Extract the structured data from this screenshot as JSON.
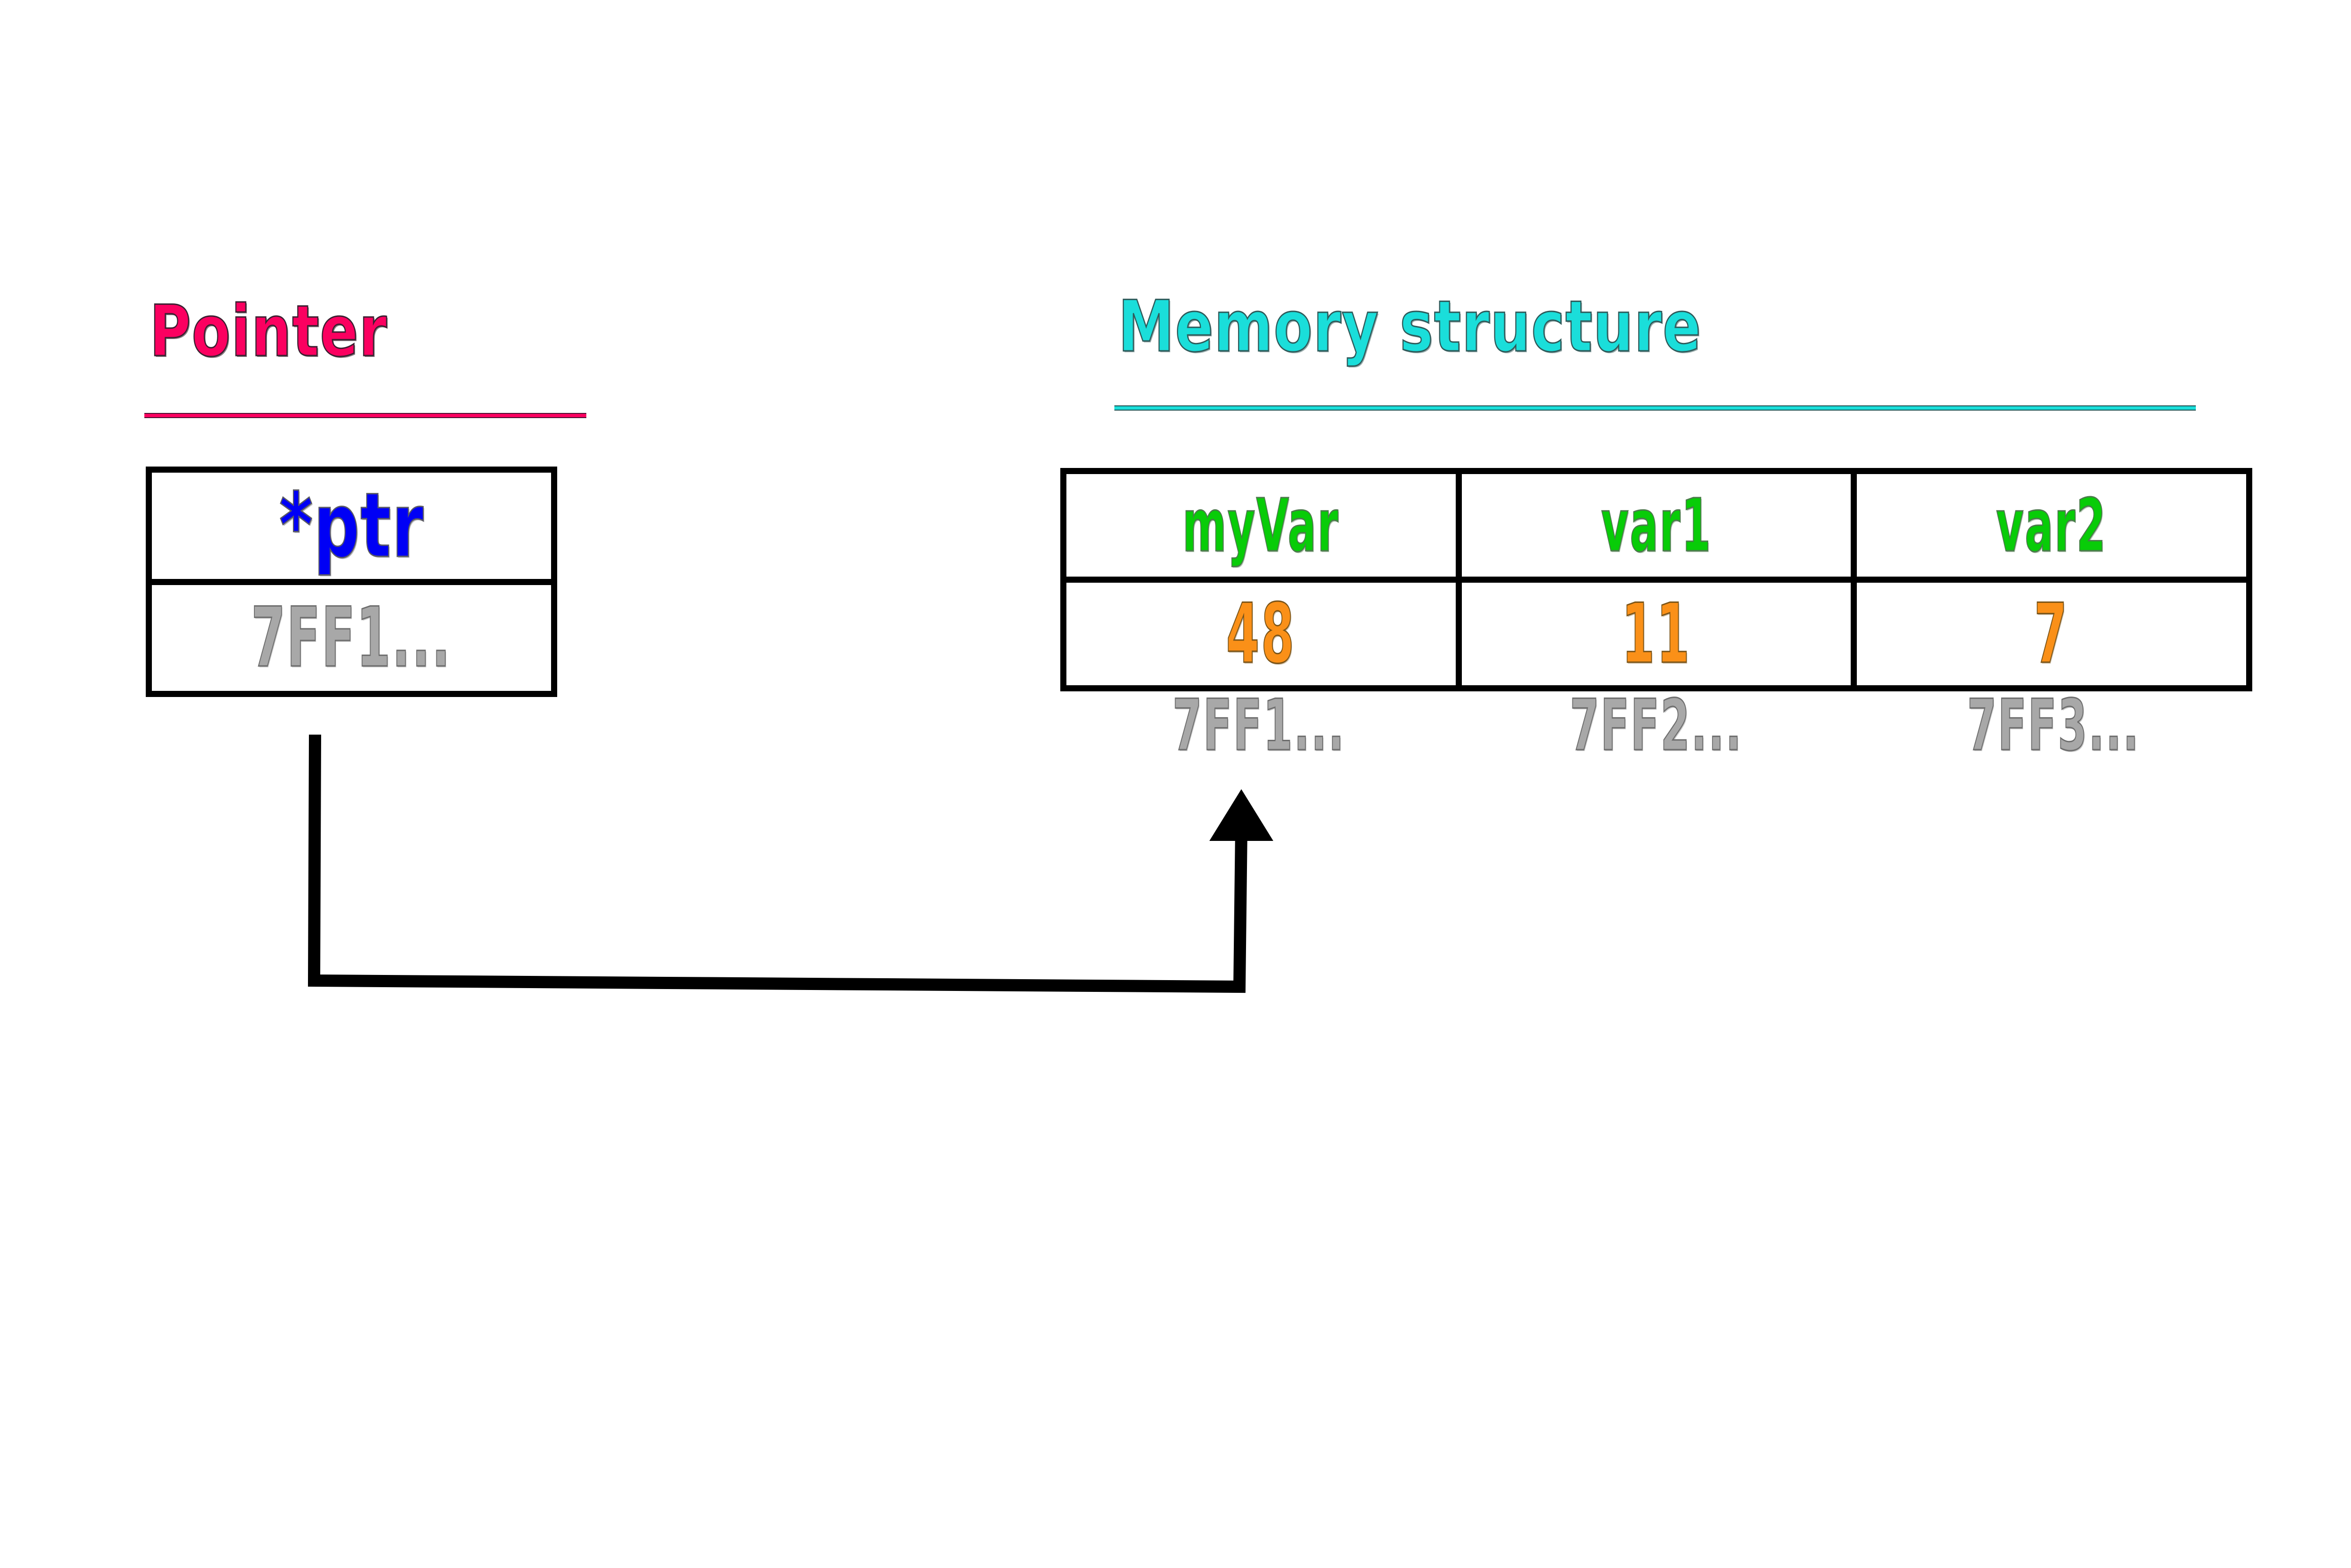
{
  "diagram": {
    "background": "#FFFFFF",
    "pointer_section": {
      "title": "Pointer",
      "title_color": "#FB0060",
      "box": {
        "name_label": "*ptr",
        "name_color": "#0000F5",
        "address_value": "7FF1...",
        "address_color": "#A8A8A8"
      }
    },
    "memory_section": {
      "title": "Memory structure",
      "title_color": "#1ADEDA",
      "table": {
        "headers": [
          "myVar",
          "var1",
          "var2"
        ],
        "header_color": "#08CC08",
        "values": [
          "48",
          "11",
          "7"
        ],
        "value_color": "#FA9018",
        "addresses": [
          "7FF1...",
          "7FF2...",
          "7FF3..."
        ],
        "address_color": "#A8A8A8"
      }
    },
    "connector": {
      "name": "pointer-to-myvar-arrow",
      "color": "#000000",
      "from": "pointer address cell 7FF1...",
      "to": "memory cell myVar at 7FF1..."
    }
  }
}
